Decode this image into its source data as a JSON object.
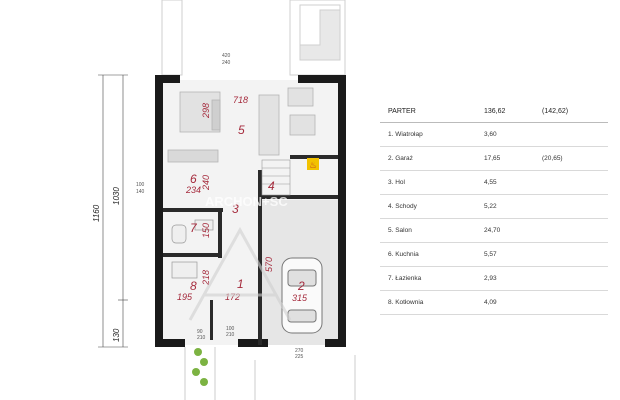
{
  "plan": {
    "rooms": [
      {
        "num": "1",
        "size": "172"
      },
      {
        "num": "2",
        "size": "315"
      },
      {
        "num": "3"
      },
      {
        "num": "4"
      },
      {
        "num": "5",
        "w": "718",
        "h": "298"
      },
      {
        "num": "6",
        "w": "234",
        "h": "240"
      },
      {
        "num": "7",
        "h": "150"
      },
      {
        "num": "8",
        "w": "195",
        "h": "218"
      }
    ],
    "dims": {
      "total_height": "1160",
      "main_height": "1030",
      "bottom_height": "130",
      "top_opening": "420",
      "top_opening_sub": "240",
      "side_opening": "100",
      "side_opening_sub": "140",
      "door_front": "100",
      "door_front_sub": "210",
      "garage_door": "270",
      "garage_door_sub": "225",
      "door_small": "90",
      "door_small_sub": "210",
      "garage_side": "570"
    },
    "watermark": "ARCHON+SC"
  },
  "table": {
    "header": {
      "name": "PARTER",
      "area": "136,62",
      "area2": "(142,62)"
    },
    "rows": [
      {
        "name": "1. Wiatrołap",
        "area": "3,60",
        "area2": ""
      },
      {
        "name": "2. Garaż",
        "area": "17,65",
        "area2": "(20,65)"
      },
      {
        "name": "3. Hol",
        "area": "4,55",
        "area2": ""
      },
      {
        "name": "4. Schody",
        "area": "5,22",
        "area2": ""
      },
      {
        "name": "5. Salon",
        "area": "24,70",
        "area2": ""
      },
      {
        "name": "6. Kuchnia",
        "area": "5,57",
        "area2": ""
      },
      {
        "name": "7. Łazienka",
        "area": "2,93",
        "area2": ""
      },
      {
        "name": "8. Kotłownia",
        "area": "4,09",
        "area2": ""
      }
    ]
  },
  "colors": {
    "wall": "#1a1a1a",
    "accent": "#a52a3c",
    "floor": "#ececec",
    "fire": "#f2c200"
  }
}
